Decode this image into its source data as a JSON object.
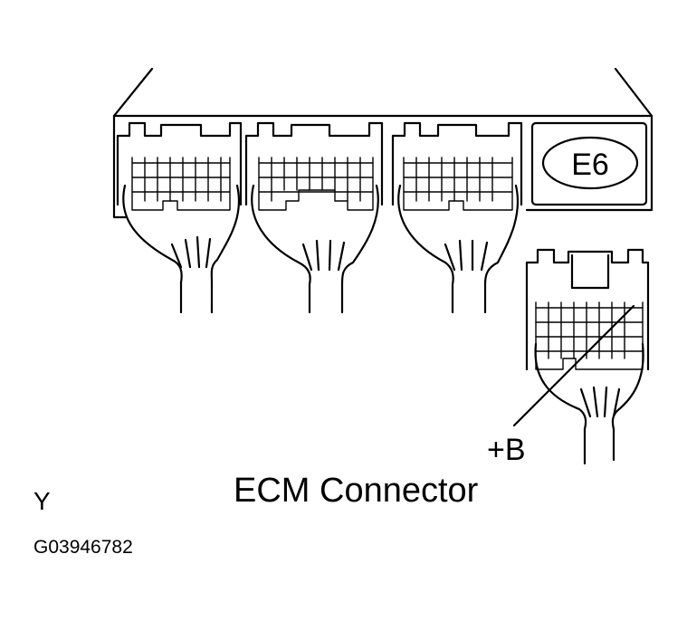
{
  "title": "ECM Connector",
  "connector_id": "E6",
  "pin_label": "+B",
  "view_marker": "Y",
  "figure_code": "G03946782",
  "colors": {
    "ink": "#000000",
    "paper": "#ffffff"
  }
}
